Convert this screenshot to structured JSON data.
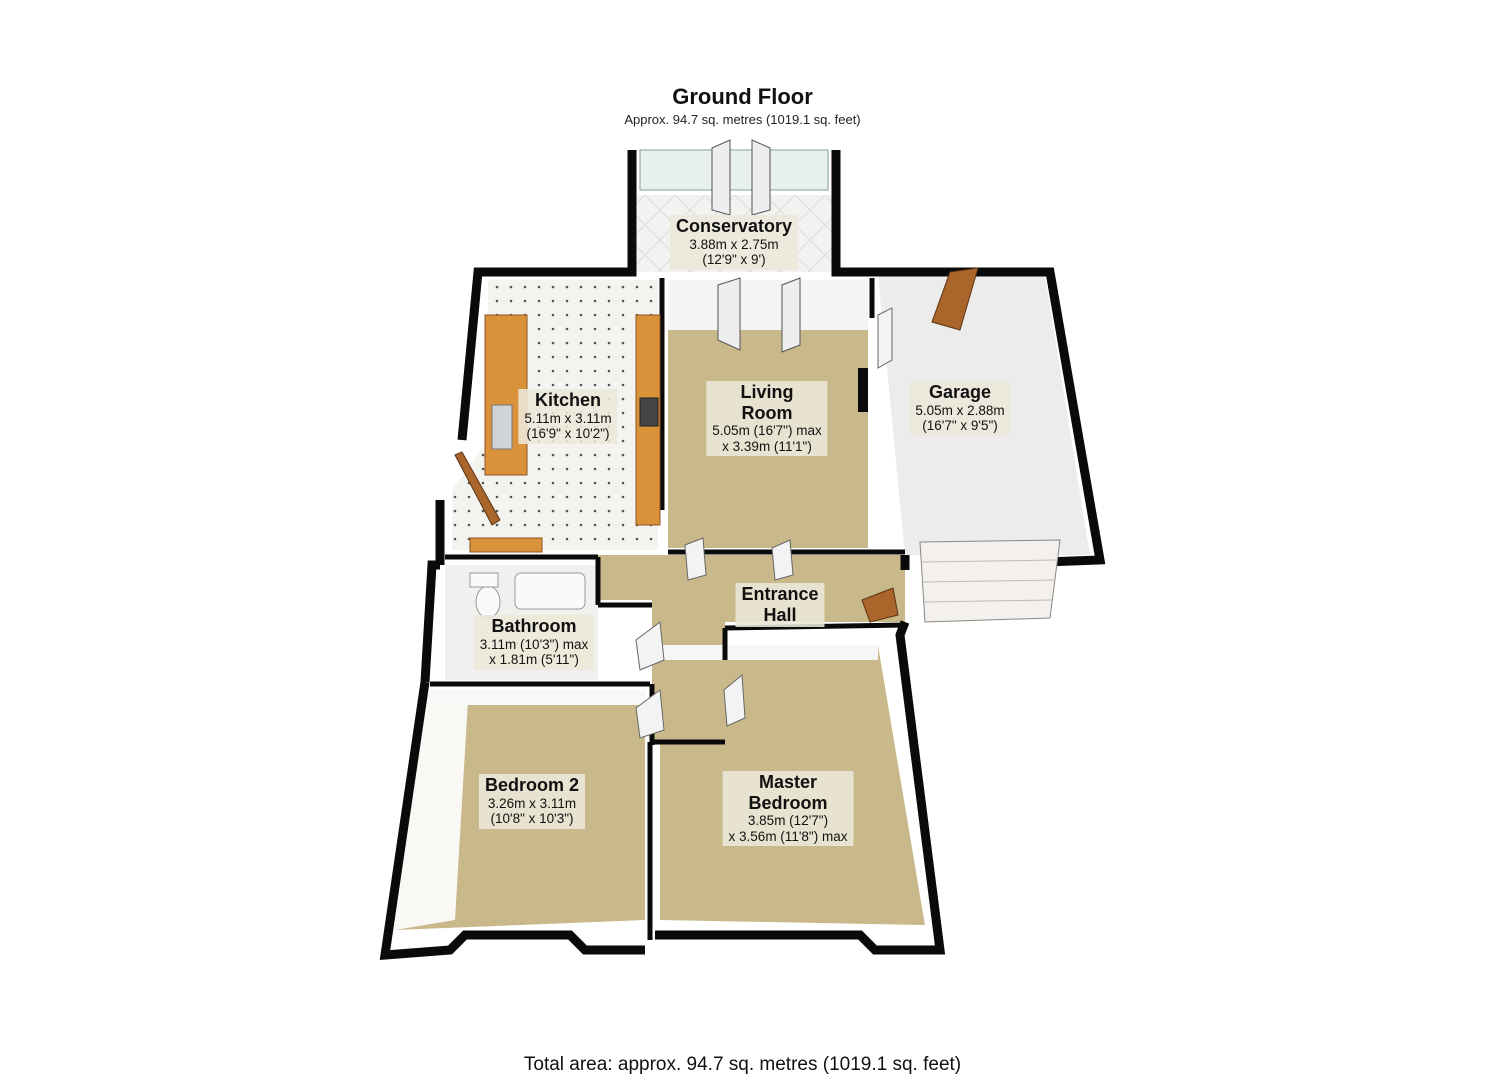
{
  "header": {
    "title": "Ground Floor",
    "subtitle": "Approx. 94.7 sq. metres (1019.1 sq. feet)"
  },
  "rooms": {
    "conservatory": {
      "name": "Conservatory",
      "dim1": "3.88m x 2.75m",
      "dim2": "(12'9\" x 9')"
    },
    "kitchen": {
      "name": "Kitchen",
      "dim1": "5.11m x 3.11m",
      "dim2": "(16'9\" x 10'2\")"
    },
    "living": {
      "name1": "Living",
      "name2": "Room",
      "dim1": "5.05m (16'7\") max",
      "dim2": "x 3.39m (11'1\")"
    },
    "garage": {
      "name": "Garage",
      "dim1": "5.05m x 2.88m",
      "dim2": "(16'7\" x 9'5\")"
    },
    "entrance": {
      "name1": "Entrance",
      "name2": "Hall"
    },
    "bathroom": {
      "name": "Bathroom",
      "dim1": "3.11m (10'3\") max",
      "dim2": "x 1.81m (5'11\")"
    },
    "bedroom2": {
      "name": "Bedroom 2",
      "dim1": "3.26m x 3.11m",
      "dim2": "(10'8\" x 10'3\")"
    },
    "master": {
      "name1": "Master",
      "name2": "Bedroom",
      "dim1": "3.85m (12'7\")",
      "dim2": "x 3.56m (11'8\") max"
    }
  },
  "footer": {
    "total": "Total area: approx. 94.7 sq. metres (1019.1 sq. feet)"
  },
  "colors": {
    "wall": "#0a0a0a",
    "carpet": "#c9b98a",
    "tile": "#f1f1ee",
    "garage_floor": "#eeeeee",
    "worktop": "#d9913a",
    "door": "#a9652a"
  }
}
